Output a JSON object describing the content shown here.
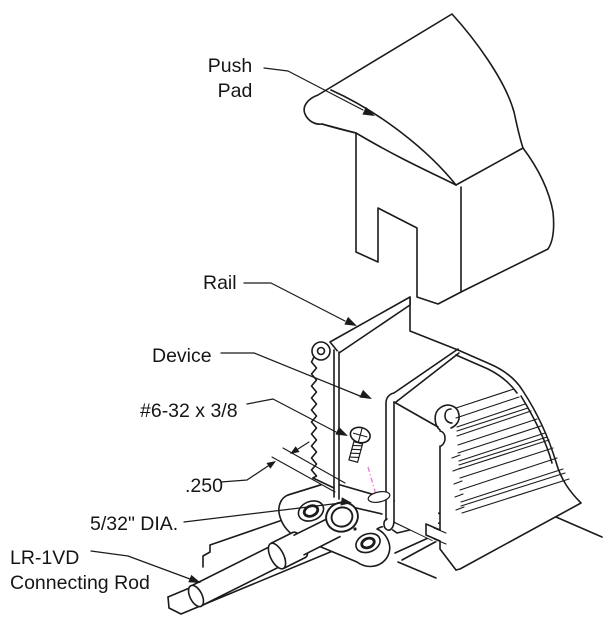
{
  "figure": {
    "title": "Push pad exploded assembly diagram",
    "background": "#ffffff",
    "stroke_color": "#1b1b1b",
    "screw_centerline_color": "#ee7be2"
  },
  "callouts": {
    "push_pad": {
      "line1": "Push",
      "line2": "Pad"
    },
    "rail": {
      "label": "Rail"
    },
    "device": {
      "label": "Device"
    },
    "screw": {
      "label": "#6-32 x 3/8"
    },
    "offset_dimension": {
      "label": ".250"
    },
    "hole_diameter": {
      "label": "5/32\" DIA."
    },
    "connecting_rod": {
      "line1": "LR-1VD",
      "line2": "Connecting Rod"
    }
  }
}
